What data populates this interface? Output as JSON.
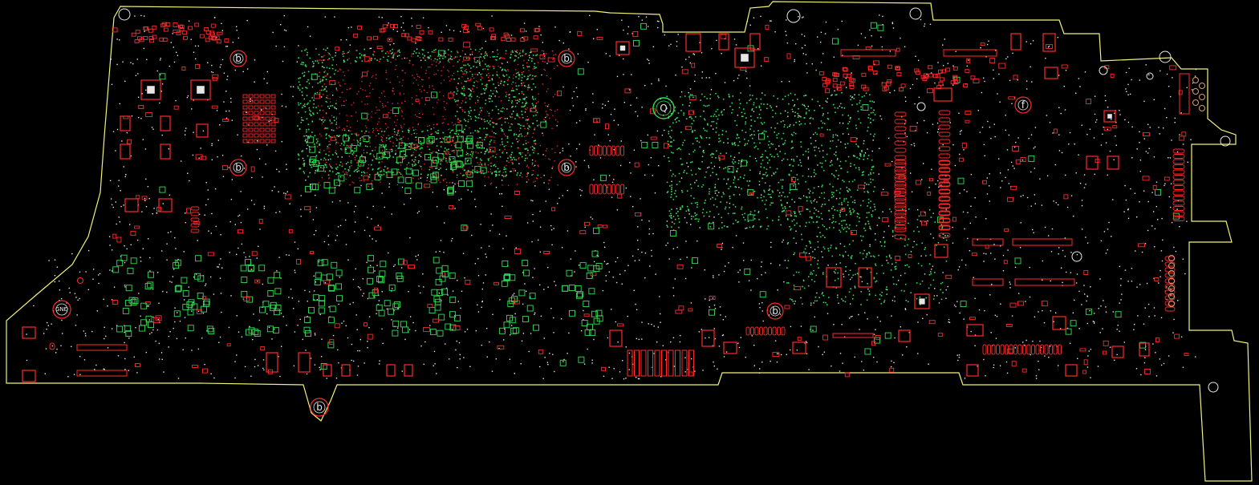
{
  "colors": {
    "background": "#000000",
    "outline": "#f2f27a",
    "component_red": "#ff2a2a",
    "component_green": "#33dd55",
    "pad_white": "#e6e6e6",
    "hole_label": "#e8e8e8"
  },
  "holes": [
    {
      "id": "h1",
      "label": "b"
    },
    {
      "id": "h2",
      "label": "b"
    },
    {
      "id": "h3",
      "label": "b"
    },
    {
      "id": "h4",
      "label": "b"
    },
    {
      "id": "h5",
      "label": "b"
    },
    {
      "id": "h6",
      "label": "Q"
    },
    {
      "id": "h7",
      "label": "f"
    },
    {
      "id": "h8",
      "label": "GND"
    },
    {
      "id": "h9",
      "label": "b"
    }
  ]
}
